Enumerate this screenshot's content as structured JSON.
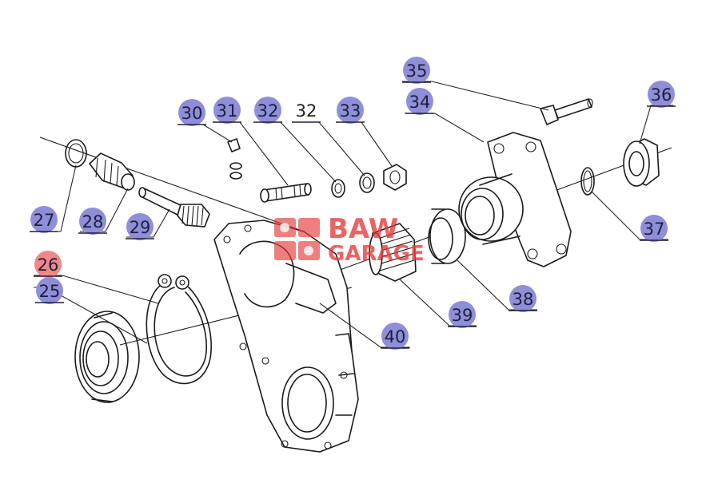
{
  "parts": [
    {
      "id": "p25",
      "number": "25",
      "highlight": false
    },
    {
      "id": "p26",
      "number": "26",
      "highlight": true
    },
    {
      "id": "p27",
      "number": "27",
      "highlight": false
    },
    {
      "id": "p28",
      "number": "28",
      "highlight": false
    },
    {
      "id": "p29",
      "number": "29",
      "highlight": false
    },
    {
      "id": "p30",
      "number": "30",
      "highlight": false
    },
    {
      "id": "p31",
      "number": "31",
      "highlight": false
    },
    {
      "id": "p32",
      "number": "32",
      "highlight": false
    },
    {
      "id": "p32b",
      "number": "32",
      "highlight": false
    },
    {
      "id": "p33",
      "number": "33",
      "highlight": false
    },
    {
      "id": "p34",
      "number": "34",
      "highlight": false
    },
    {
      "id": "p35",
      "number": "35",
      "highlight": false
    },
    {
      "id": "p36",
      "number": "36",
      "highlight": false
    },
    {
      "id": "p37",
      "number": "37",
      "highlight": false
    },
    {
      "id": "p38",
      "number": "38",
      "highlight": false
    },
    {
      "id": "p39",
      "number": "39",
      "highlight": false
    },
    {
      "id": "p40",
      "number": "40",
      "highlight": false
    }
  ],
  "watermark": {
    "line1": "BAW",
    "line2": "GARAGE"
  },
  "colors": {
    "badge": "#8e8ed9",
    "highlight": "#ef8888",
    "watermark": "#e33b3b"
  }
}
